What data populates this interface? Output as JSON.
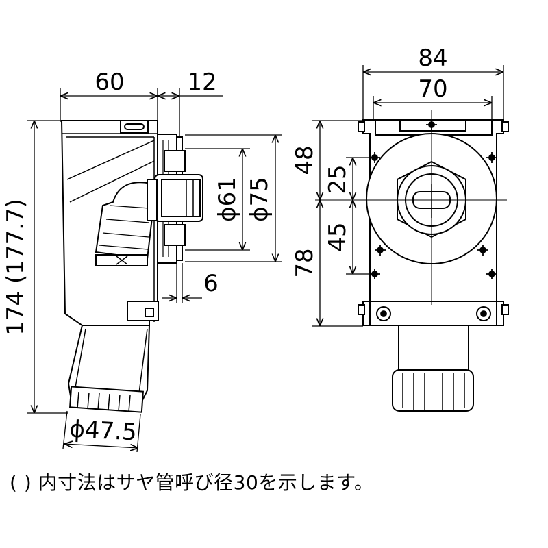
{
  "dimensions": {
    "side_top_width": "60",
    "side_flange_offset": "12",
    "side_total_height": "174 (177.7)",
    "side_inner_diameter": "ϕ61",
    "side_outer_diameter": "ϕ75",
    "side_plate_thickness": "6",
    "side_outlet_diameter": "ϕ47.5",
    "front_total_width": "84",
    "front_hole_pitch": "70",
    "front_upper_height": "48",
    "front_upper_to_center": "25",
    "front_center_to_lower": "45",
    "front_lower_height": "78"
  },
  "note": "( ) 内寸法はサヤ管呼び径30を示します。"
}
